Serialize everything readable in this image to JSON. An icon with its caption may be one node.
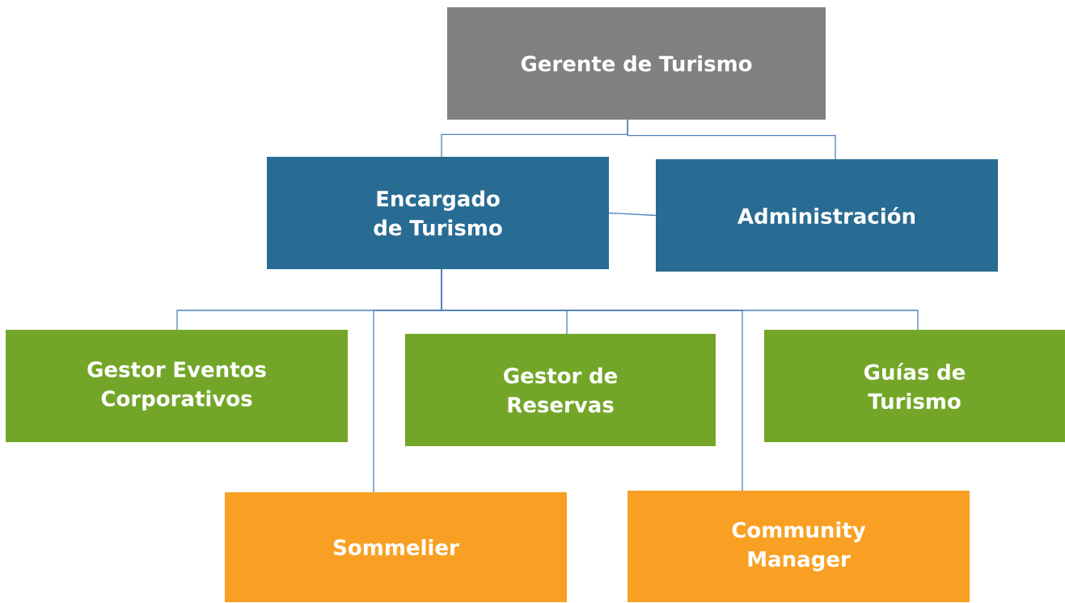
{
  "diagram": {
    "nodes": [
      {
        "text": [
          "Gerente de Turismo"
        ]
      },
      {
        "text": [
          "Encargado de Turismo"
        ]
      },
      {
        "text": [
          "Administración"
        ]
      },
      {
        "text": [
          "Gestor Eventos Corporativos"
        ]
      },
      {
        "text": [
          "Gestor de Reservas"
        ]
      },
      {
        "text": [
          "Guías de Turismo"
        ]
      },
      {
        "text": [
          "Sommelier"
        ]
      },
      {
        "text": [
          "Community Manager"
        ]
      }
    ],
    "edges": [
      {
        "from": 0,
        "to": 1,
        "arrow": "none"
      },
      {
        "from": 0,
        "to": 2,
        "arrow": "none"
      },
      {
        "from": 1,
        "to": 2,
        "arrow": "none"
      },
      {
        "from": 1,
        "to": 3,
        "arrow": "none"
      },
      {
        "from": 1,
        "to": 6,
        "arrow": "none"
      },
      {
        "from": 1,
        "to": 4,
        "arrow": "none"
      },
      {
        "from": 1,
        "to": 7,
        "arrow": "none"
      },
      {
        "from": 1,
        "to": 5,
        "arrow": "none"
      }
    ]
  }
}
